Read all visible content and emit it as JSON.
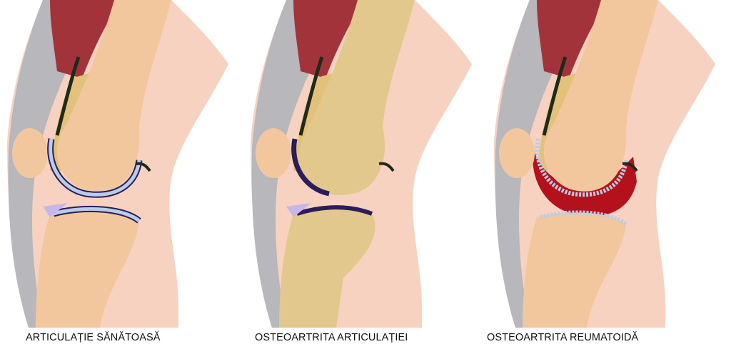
{
  "panels": [
    {
      "caption": "ARTICULAȚIE SĂNĂTOASĂ",
      "condition": "healthy"
    },
    {
      "caption": "OSTEOARTRITA ARTICULAȚIEI",
      "condition": "osteoarthritis"
    },
    {
      "caption": "OSTEOARTRITA REUMATOIDĂ",
      "condition": "rheumatoid"
    }
  ],
  "colors": {
    "skin": "#f7d2c0",
    "bone": "#f3c79d",
    "cartilage": "#b9cde8",
    "joint_capsule": "#2a1d5a",
    "muscle": "#a3333a",
    "tendon": "#b7b7bc",
    "fat": "#e2c27a",
    "osteo_bone": "#e3c88e",
    "inflammation": "#b3121c"
  }
}
